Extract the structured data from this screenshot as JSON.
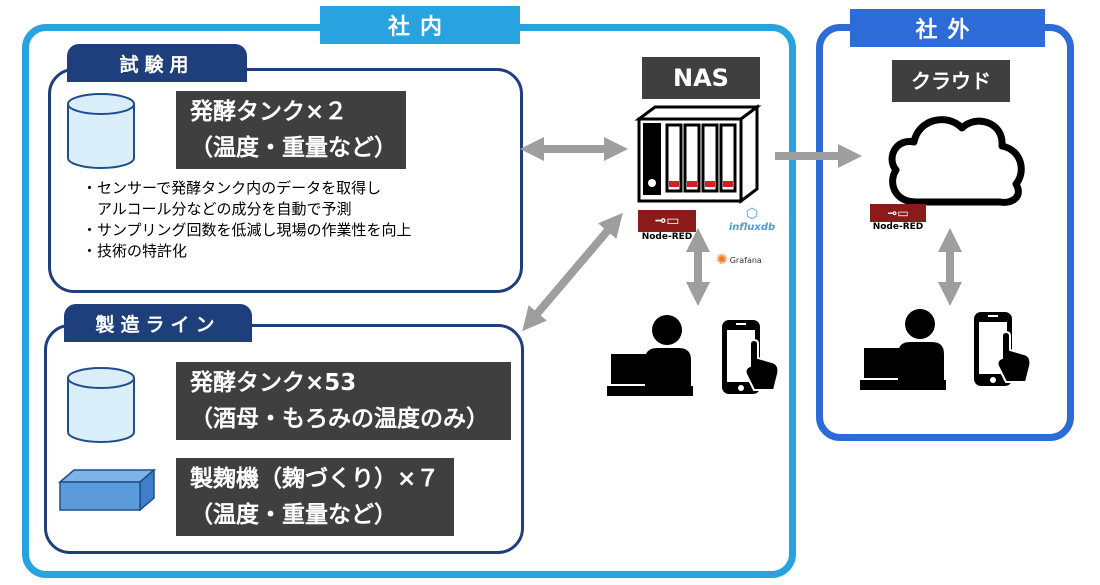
{
  "regions": {
    "internal": {
      "label": "社内"
    },
    "external": {
      "label": "社外"
    }
  },
  "test_panel": {
    "tag": "試験用",
    "box_lines": [
      "発酵タンク×２",
      "（温度・重量など）"
    ],
    "bullets": [
      "・センサーで発酵タンク内のデータを取得し",
      "　アルコール分などの成分を自動で予測",
      "・サンプリング回数を低減し現場の作業性を向上",
      "・技術の特許化"
    ]
  },
  "production_panel": {
    "tag": "製造ライン",
    "tank_lines": [
      "発酵タンク×53",
      "（酒母・もろみの温度のみ）"
    ],
    "koji_lines": [
      "製麹機（麹づくり）×７",
      "（温度・重量など）"
    ]
  },
  "nas": {
    "label": "NAS",
    "logos": {
      "node_red": "Node-RED",
      "influxdb": "influxdb",
      "grafana": "Grafana"
    }
  },
  "cloud": {
    "label": "クラウド",
    "logo": "Node-RED"
  },
  "icons": [
    "database-cylinder-icon",
    "box-icon",
    "nas-server-icon",
    "cloud-icon",
    "person-laptop-icon",
    "smartphone-tap-icon"
  ],
  "colors": {
    "internal_border": "#29a3e0",
    "external_border": "#2d6bd8",
    "panel_border": "#1f3f7c",
    "label_box": "#3f3f3f",
    "arrow": "#9e9e9e",
    "node_red": "#8b1a1a"
  }
}
